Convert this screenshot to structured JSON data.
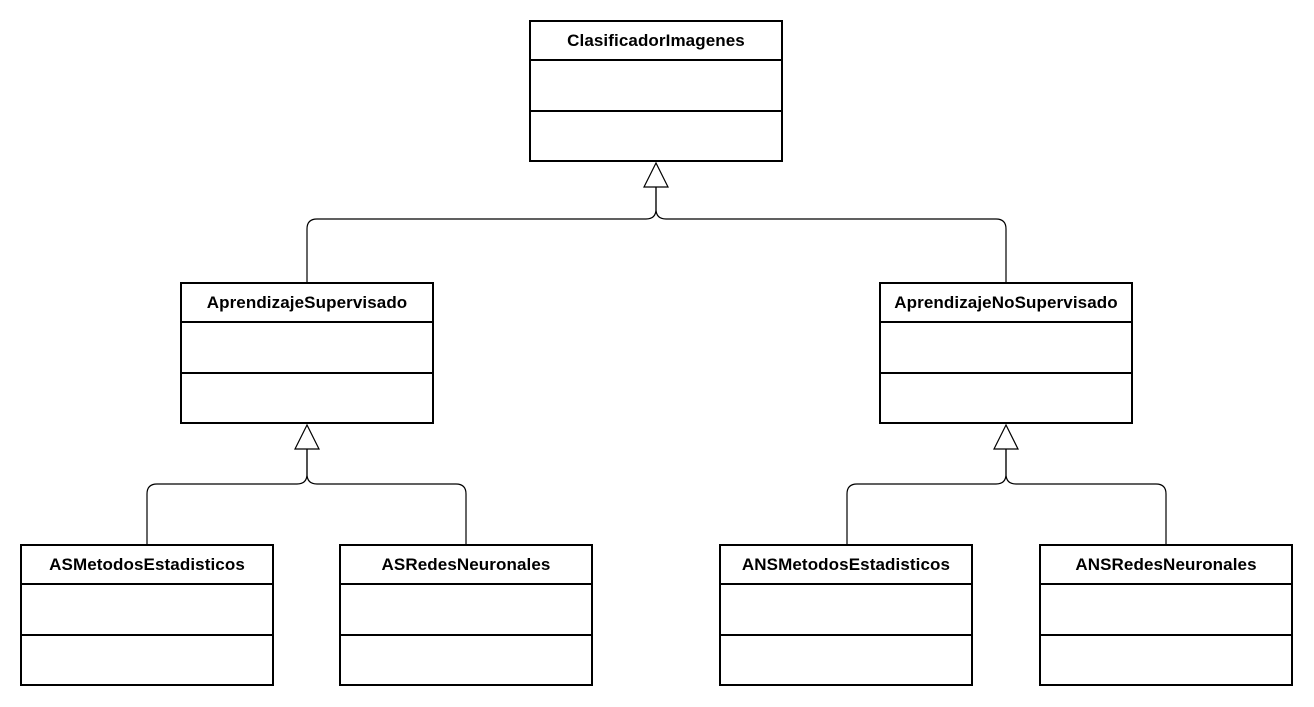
{
  "diagram": {
    "line_color": "#000000",
    "fill_color": "#ffffff",
    "classes": {
      "clasificador": {
        "name": "ClasificadorImagenes"
      },
      "supervisado": {
        "name": "AprendizajeSupervisado"
      },
      "no_supervisado": {
        "name": "AprendizajeNoSupervisado"
      },
      "as_metodos": {
        "name": "ASMetodosEstadisticos"
      },
      "as_redes": {
        "name": "ASRedesNeuronales"
      },
      "ans_metodos": {
        "name": "ANSMetodosEstadisticos"
      },
      "ans_redes": {
        "name": "ANSRedesNeuronales"
      }
    },
    "relations": [
      {
        "type": "generalization",
        "child": "supervisado",
        "parent": "clasificador"
      },
      {
        "type": "generalization",
        "child": "no_supervisado",
        "parent": "clasificador"
      },
      {
        "type": "generalization",
        "child": "as_metodos",
        "parent": "supervisado"
      },
      {
        "type": "generalization",
        "child": "as_redes",
        "parent": "supervisado"
      },
      {
        "type": "generalization",
        "child": "ans_metodos",
        "parent": "no_supervisado"
      },
      {
        "type": "generalization",
        "child": "ans_redes",
        "parent": "no_supervisado"
      }
    ]
  }
}
